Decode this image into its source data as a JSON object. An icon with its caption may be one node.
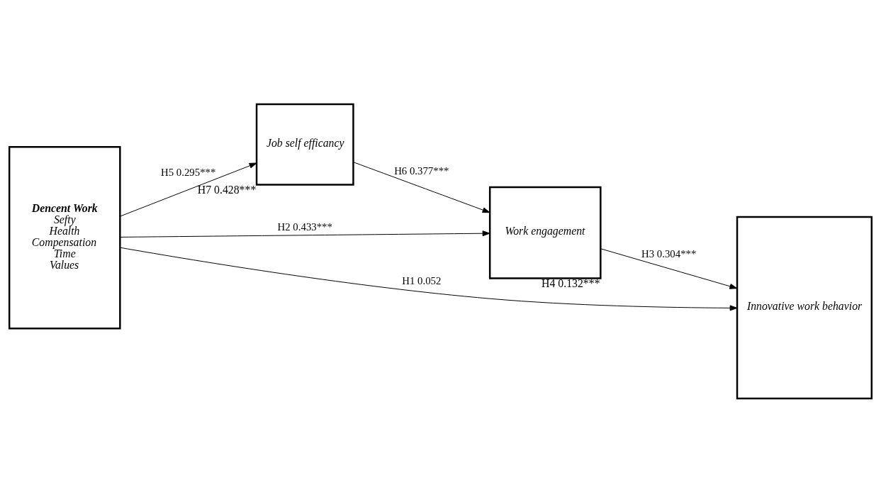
{
  "diagram": {
    "nodes": [
      {
        "text": [
          "Dencent Work",
          "Sefty",
          "Health",
          "Compensation",
          "Time",
          "Values"
        ]
      },
      {
        "text": [
          "Work engagement"
        ],
        "beside": [
          "H4 0.132***"
        ]
      },
      {
        "text": [
          "Innovative work behavior"
        ]
      },
      {
        "text": [
          "Job self efficancy"
        ],
        "beside": [
          "H7 0.428***"
        ]
      }
    ],
    "edges": [
      {
        "from": 0,
        "to": 1,
        "arrow": "to",
        "label": "H2 0.433***"
      },
      {
        "from": 1,
        "to": 2,
        "arrow": "to",
        "label": "H3 0.304***"
      },
      {
        "from": 0,
        "to": 2,
        "arrow": "to",
        "label": "H1 0.052"
      },
      {
        "from": 0,
        "to": 3,
        "arrow": "to",
        "label": "H5 0.295***"
      },
      {
        "from": 3,
        "to": 1,
        "arrow": "to",
        "label": "H6 0.377***"
      }
    ]
  }
}
